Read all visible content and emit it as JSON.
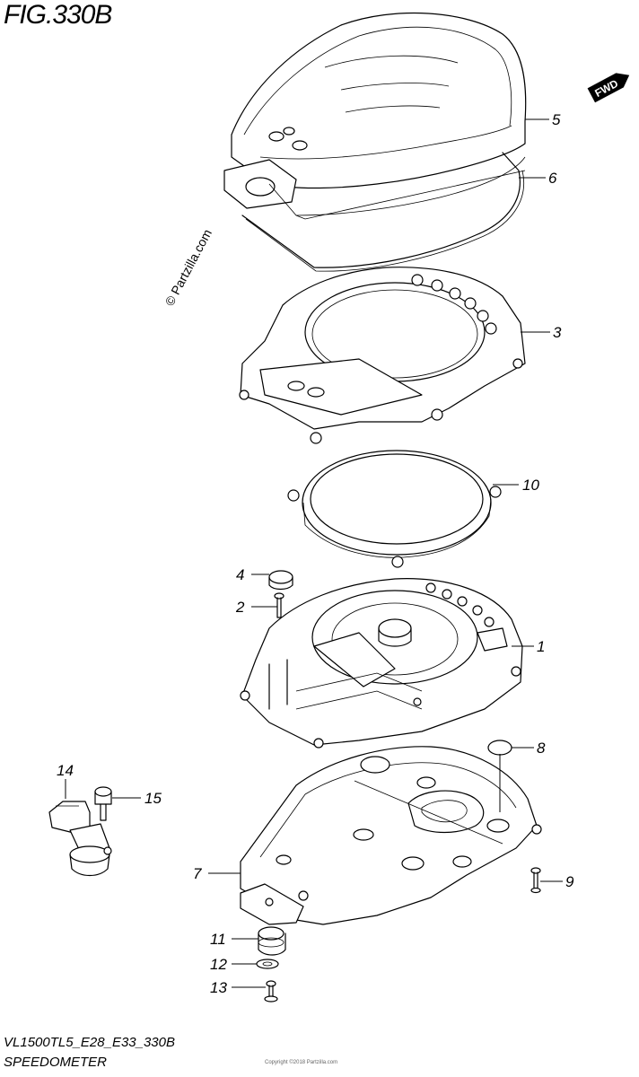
{
  "figure": {
    "title": "FIG.330B",
    "code": "VL1500TL5_E28_E33_330B",
    "name": "SPEEDOMETER",
    "watermark": "© Partzilla.com",
    "direction_badge": "FWD",
    "fine_print": "Copyright ©2018 Partzilla.com"
  },
  "callouts": [
    {
      "id": "5",
      "label": "5"
    },
    {
      "id": "6",
      "label": "6"
    },
    {
      "id": "3",
      "label": "3"
    },
    {
      "id": "10",
      "label": "10"
    },
    {
      "id": "4",
      "label": "4"
    },
    {
      "id": "2",
      "label": "2"
    },
    {
      "id": "1",
      "label": "1"
    },
    {
      "id": "8",
      "label": "8"
    },
    {
      "id": "14",
      "label": "14"
    },
    {
      "id": "15",
      "label": "15"
    },
    {
      "id": "7",
      "label": "7"
    },
    {
      "id": "9",
      "label": "9"
    },
    {
      "id": "11",
      "label": "11"
    },
    {
      "id": "12",
      "label": "12"
    },
    {
      "id": "13",
      "label": "13"
    }
  ]
}
